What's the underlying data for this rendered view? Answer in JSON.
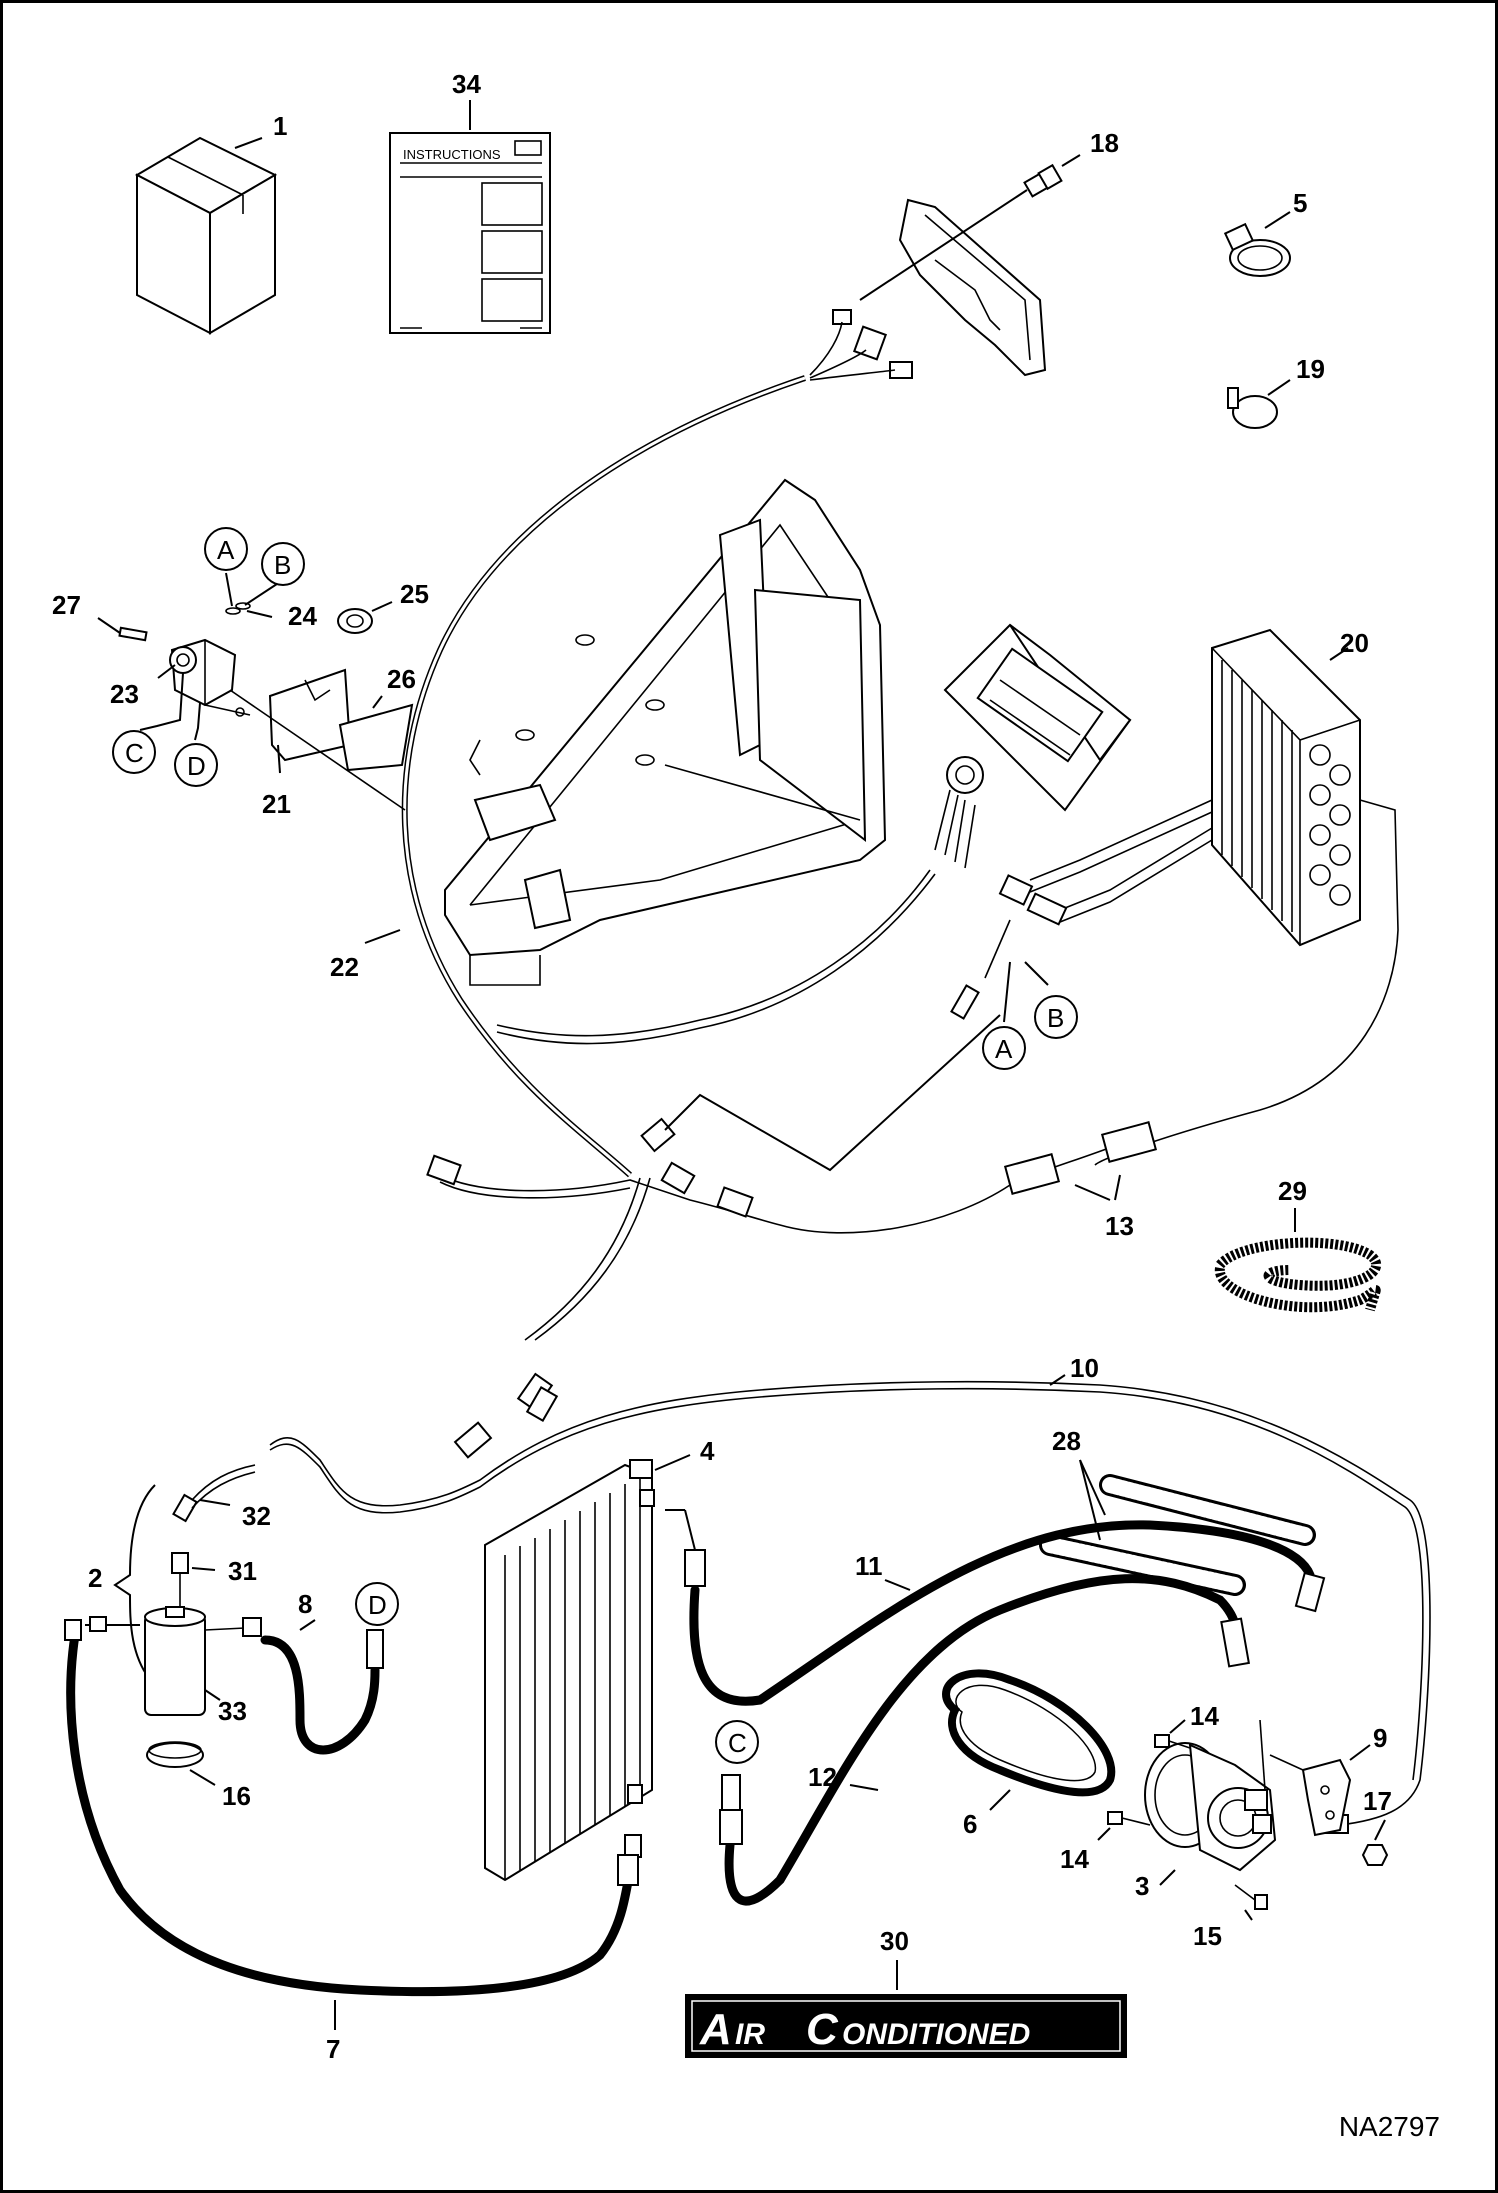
{
  "drawing_number": "NA2797",
  "instruction_sheet_title": "INSTRUCTIONS",
  "badge": {
    "word1_initial": "A",
    "word1_rest": "IR",
    "word2_initial": "C",
    "word2_rest": "ONDITIONED"
  },
  "callouts": {
    "c1": "1",
    "c34": "34",
    "c18": "18",
    "c5": "5",
    "c19": "19",
    "c27": "27",
    "c24": "24",
    "c25": "25",
    "c23": "23",
    "c26": "26",
    "c21": "21",
    "c22": "22",
    "c20": "20",
    "c29": "29",
    "c13": "13",
    "c10": "10",
    "c4": "4",
    "c28": "28",
    "c2": "2",
    "c32": "32",
    "c31": "31",
    "c8": "8",
    "c11": "11",
    "c33": "33",
    "c16": "16",
    "c14a": "14",
    "c9": "9",
    "c17": "17",
    "c12": "12",
    "c6": "6",
    "c14b": "14",
    "c3": "3",
    "c15": "15",
    "c7": "7",
    "c30": "30"
  },
  "connection_markers": {
    "a1": "A",
    "b1": "B",
    "c1": "C",
    "d1": "D",
    "a2": "A",
    "b2": "B",
    "c2": "C",
    "d2": "D"
  }
}
